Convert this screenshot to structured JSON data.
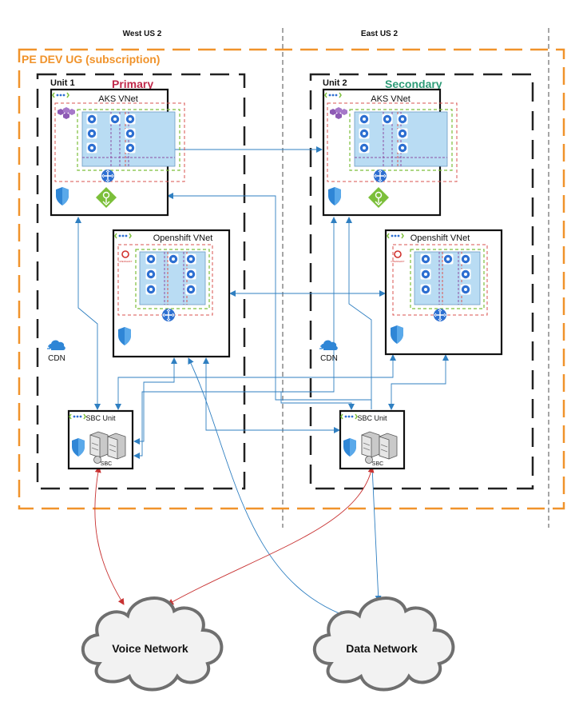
{
  "regions": {
    "west": "West US 2",
    "east": "East US 2"
  },
  "subscription": {
    "label": "PE DEV UG (subscription)",
    "color": "#f0932b"
  },
  "units": [
    {
      "name": "Unit 1",
      "role": "Primary",
      "role_color": "#c0294a"
    },
    {
      "name": "Unit 2",
      "role": "Secondary",
      "role_color": "#2e9b77"
    }
  ],
  "aks_vnet": "AKS VNet",
  "openshift_vnet": "Openshift VNet",
  "cdn": "CDN",
  "sbc_unit": "SBC Unit",
  "sbc": "SBC",
  "openshift_logo_text": "OPENSHIFT",
  "clouds": {
    "voice": "Voice Network",
    "data": "Data Network"
  },
  "colors": {
    "link": "#2f7fc1",
    "voice_link": "#c83232",
    "cluster_fill": "#b9dcf3",
    "pod": "#2d6fd1",
    "icon_green": "#7cbf3a",
    "shield": "#2f86d6"
  }
}
